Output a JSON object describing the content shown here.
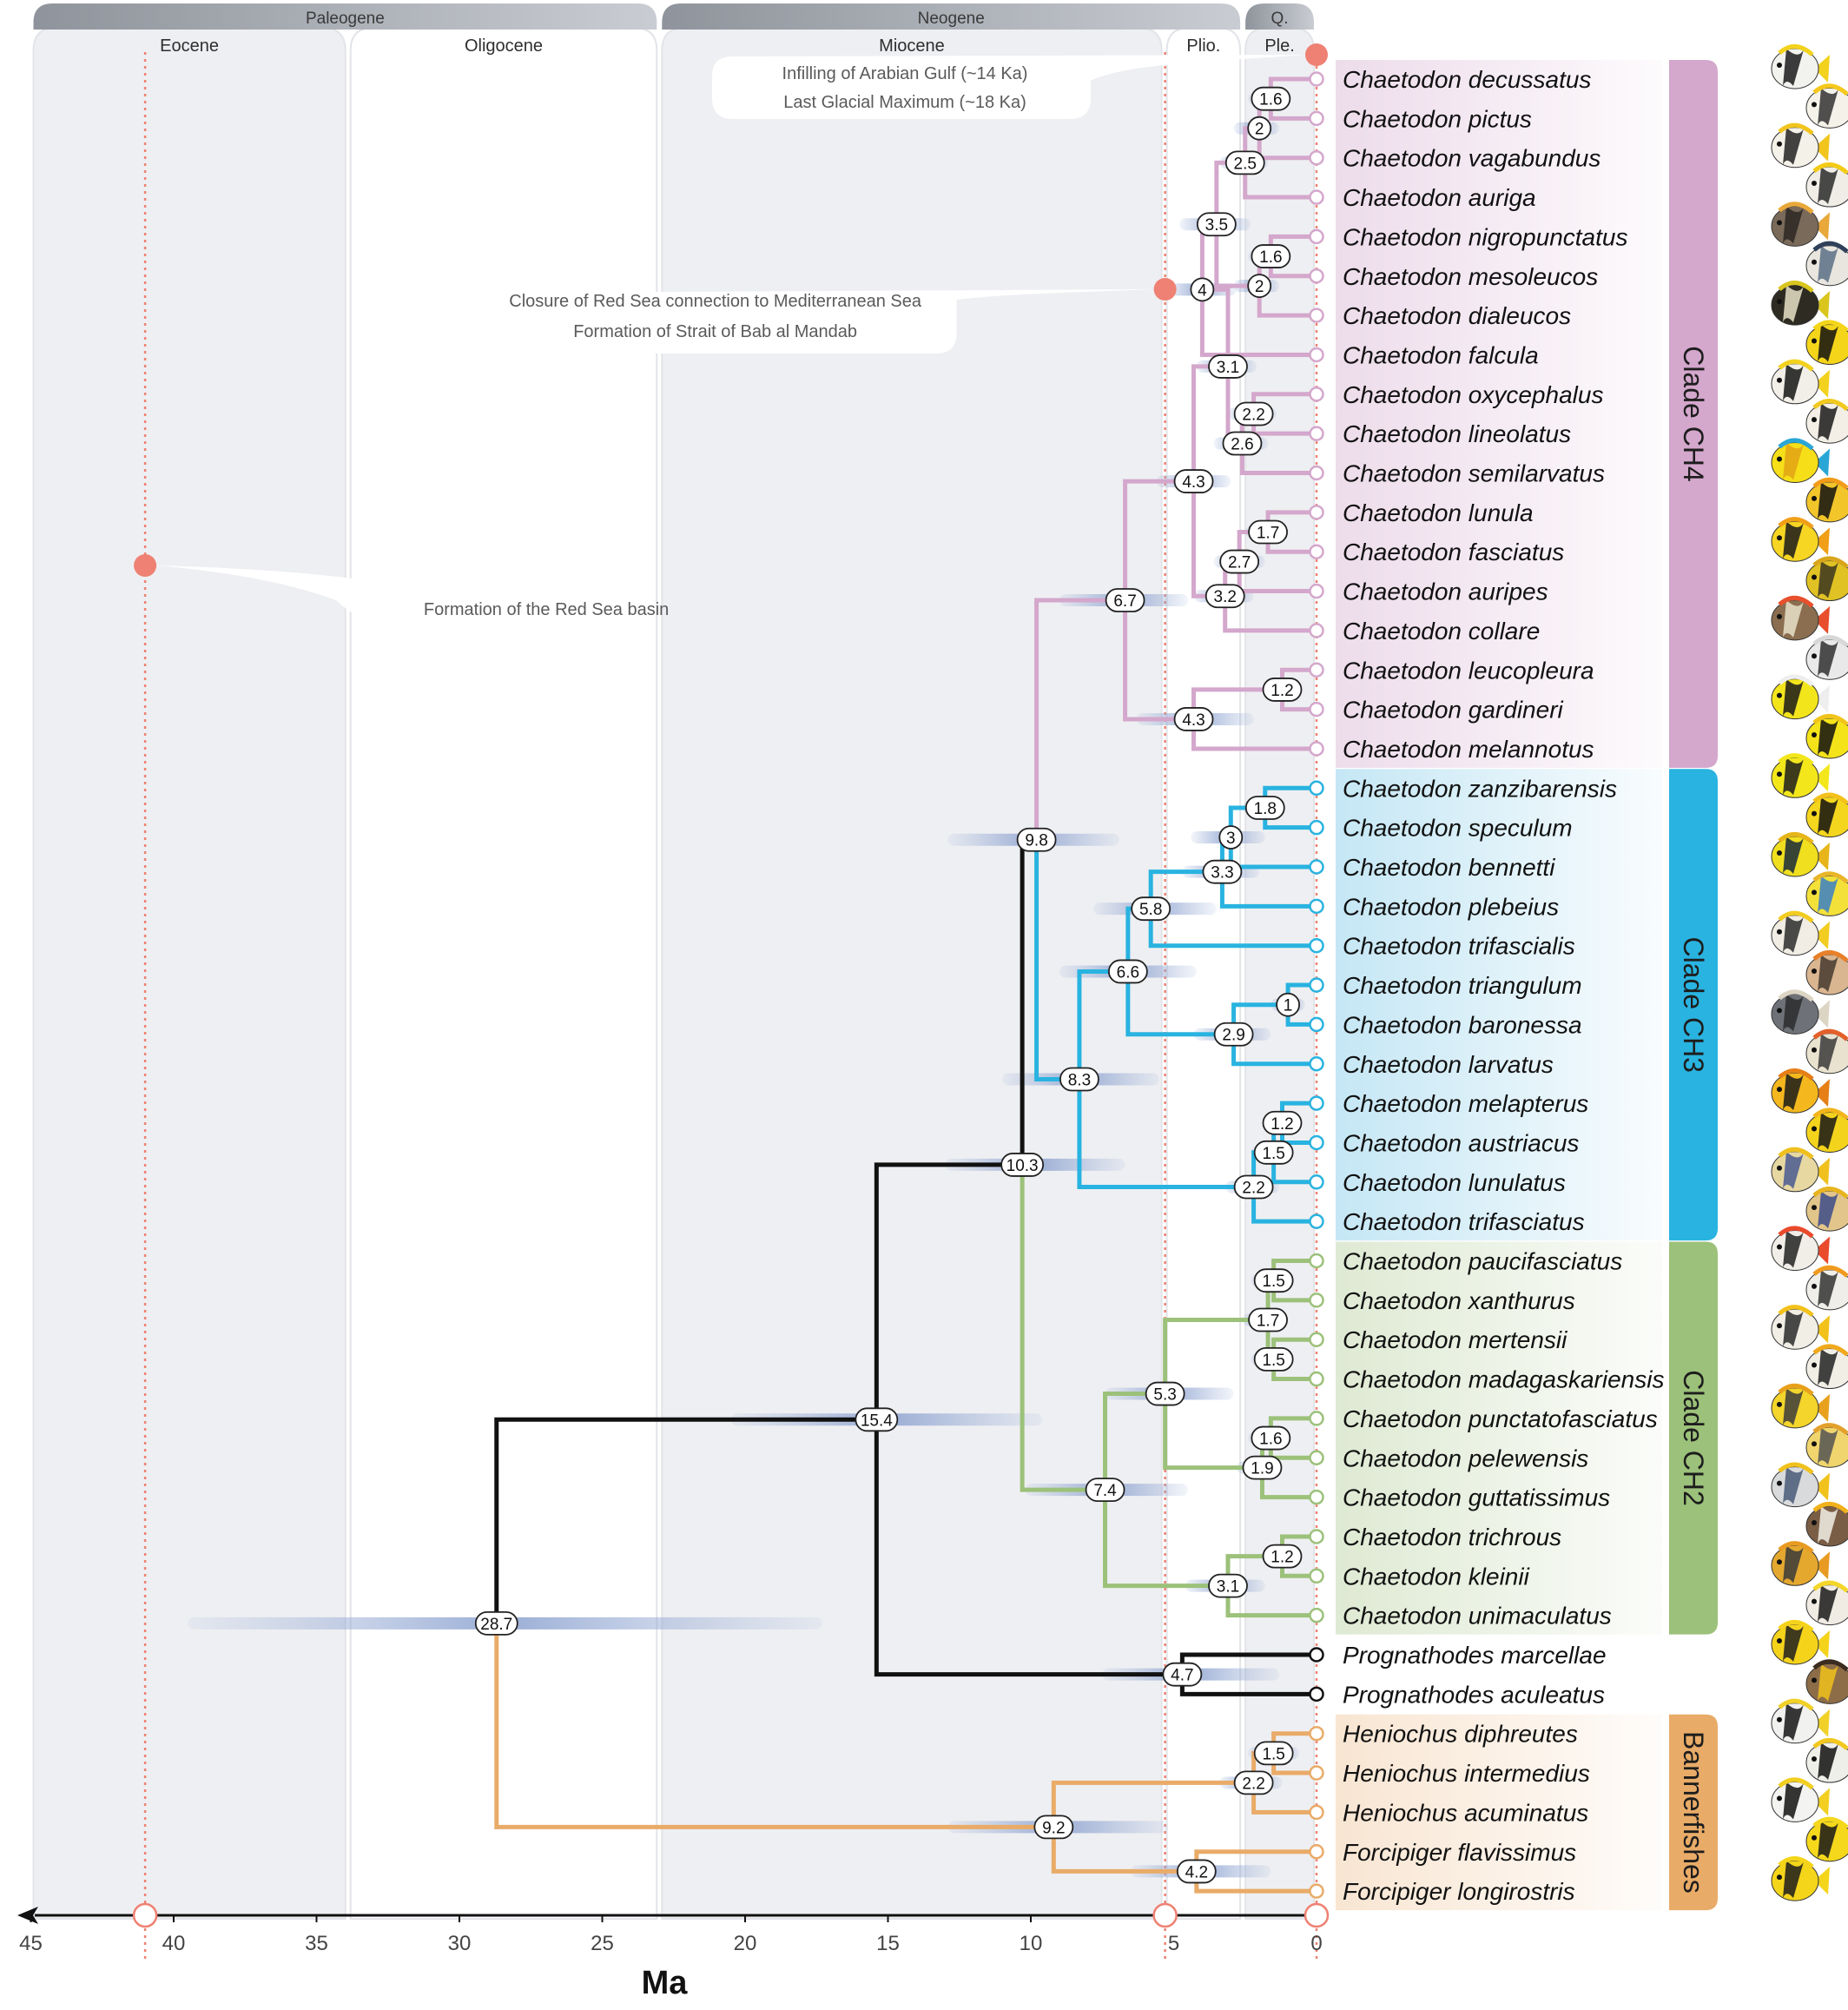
{
  "eras": [
    {
      "name": "Paleogene",
      "from": 45,
      "to": 23
    },
    {
      "name": "Neogene",
      "from": 23,
      "to": 2.58
    },
    {
      "name": "Q.",
      "from": 2.58,
      "to": 0
    }
  ],
  "epochs": [
    {
      "name": "Eocene",
      "from": 45,
      "to": 33.9,
      "shade": true
    },
    {
      "name": "Oligocene",
      "from": 33.9,
      "to": 23,
      "shade": false
    },
    {
      "name": "Miocene",
      "from": 23,
      "to": 5.33,
      "shade": true
    },
    {
      "name": "Plio.",
      "from": 5.33,
      "to": 2.58,
      "shade": false
    },
    {
      "name": "Ple.",
      "from": 2.58,
      "to": 0,
      "shade": true
    }
  ],
  "axis": {
    "title": "Ma",
    "ticks": [
      45,
      40,
      35,
      30,
      25,
      20,
      15,
      10,
      5,
      0
    ],
    "range": [
      45,
      0
    ]
  },
  "events": [
    {
      "id": "arabian-gulf",
      "time": 0,
      "lines": [
        "Infilling of Arabian Gulf (~14 Ka)",
        "Last Glacial Maximum (~18 Ka)"
      ]
    },
    {
      "id": "bab-al-mandab",
      "time": 5.3,
      "lines": [
        "Closure of Red Sea connection to Mediterranean Sea",
        "Formation of Strait of Bab al Mandab"
      ]
    },
    {
      "id": "red-sea-basin",
      "time": 41,
      "lines": [
        "Formation of the Red Sea basin"
      ]
    }
  ],
  "colors": {
    "CH4": "#d4a7cc",
    "CH3": "#29b3e0",
    "CH2": "#9cc17a",
    "Bannerfishes": "#e9ab68",
    "backbone": "#111111",
    "event": "#ee8173",
    "hpd": "#9aaed6"
  },
  "tips": [
    {
      "name": "Chaetodon decussatus",
      "clade": "CH4"
    },
    {
      "name": "Chaetodon pictus",
      "clade": "CH4"
    },
    {
      "name": "Chaetodon vagabundus",
      "clade": "CH4"
    },
    {
      "name": "Chaetodon auriga",
      "clade": "CH4"
    },
    {
      "name": "Chaetodon nigropunctatus",
      "clade": "CH4"
    },
    {
      "name": "Chaetodon mesoleucos",
      "clade": "CH4"
    },
    {
      "name": "Chaetodon dialeucos",
      "clade": "CH4"
    },
    {
      "name": "Chaetodon falcula",
      "clade": "CH4"
    },
    {
      "name": "Chaetodon oxycephalus",
      "clade": "CH4"
    },
    {
      "name": "Chaetodon lineolatus",
      "clade": "CH4"
    },
    {
      "name": "Chaetodon semilarvatus",
      "clade": "CH4"
    },
    {
      "name": "Chaetodon lunula",
      "clade": "CH4"
    },
    {
      "name": "Chaetodon fasciatus",
      "clade": "CH4"
    },
    {
      "name": "Chaetodon auripes",
      "clade": "CH4"
    },
    {
      "name": "Chaetodon collare",
      "clade": "CH4"
    },
    {
      "name": "Chaetodon leucopleura",
      "clade": "CH4"
    },
    {
      "name": "Chaetodon gardineri",
      "clade": "CH4"
    },
    {
      "name": "Chaetodon melannotus",
      "clade": "CH4"
    },
    {
      "name": "Chaetodon zanzibarensis",
      "clade": "CH3"
    },
    {
      "name": "Chaetodon speculum",
      "clade": "CH3"
    },
    {
      "name": "Chaetodon bennetti",
      "clade": "CH3"
    },
    {
      "name": "Chaetodon plebeius",
      "clade": "CH3"
    },
    {
      "name": "Chaetodon trifascialis",
      "clade": "CH3"
    },
    {
      "name": "Chaetodon triangulum",
      "clade": "CH3"
    },
    {
      "name": "Chaetodon baronessa",
      "clade": "CH3"
    },
    {
      "name": "Chaetodon larvatus",
      "clade": "CH3"
    },
    {
      "name": "Chaetodon melapterus",
      "clade": "CH3"
    },
    {
      "name": "Chaetodon austriacus",
      "clade": "CH3"
    },
    {
      "name": "Chaetodon lunulatus",
      "clade": "CH3"
    },
    {
      "name": "Chaetodon trifasciatus",
      "clade": "CH3"
    },
    {
      "name": "Chaetodon paucifasciatus",
      "clade": "CH2"
    },
    {
      "name": "Chaetodon xanthurus",
      "clade": "CH2"
    },
    {
      "name": "Chaetodon mertensii",
      "clade": "CH2"
    },
    {
      "name": "Chaetodon madagaskariensis",
      "clade": "CH2"
    },
    {
      "name": "Chaetodon punctatofasciatus",
      "clade": "CH2"
    },
    {
      "name": "Chaetodon pelewensis",
      "clade": "CH2"
    },
    {
      "name": "Chaetodon guttatissimus",
      "clade": "CH2"
    },
    {
      "name": "Chaetodon trichrous",
      "clade": "CH2"
    },
    {
      "name": "Chaetodon kleinii",
      "clade": "CH2"
    },
    {
      "name": "Chaetodon unimaculatus",
      "clade": "CH2"
    },
    {
      "name": "Prognathodes marcellae",
      "clade": "backbone"
    },
    {
      "name": "Prognathodes aculeatus",
      "clade": "backbone"
    },
    {
      "name": "Heniochus diphreutes",
      "clade": "Bannerfishes"
    },
    {
      "name": "Heniochus intermedius",
      "clade": "Bannerfishes"
    },
    {
      "name": "Heniochus acuminatus",
      "clade": "Bannerfishes"
    },
    {
      "name": "Forcipiger flavissimus",
      "clade": "Bannerfishes"
    },
    {
      "name": "Forcipiger longirostris",
      "clade": "Bannerfishes"
    }
  ],
  "clades": [
    {
      "key": "CH4",
      "label": "Clade CH4",
      "first": 0,
      "last": 17
    },
    {
      "key": "CH3",
      "label": "Clade CH3",
      "first": 18,
      "last": 29
    },
    {
      "key": "CH2",
      "label": "Clade CH2",
      "first": 30,
      "last": 39
    },
    {
      "key": "Bannerfishes",
      "label": "Bannerfishes",
      "first": 42,
      "last": 46
    }
  ],
  "nodes": [
    {
      "id": "n0",
      "age": 1.6,
      "children": [
        0,
        1
      ],
      "color": "CH4",
      "hpd": [
        2.4,
        0.9
      ]
    },
    {
      "id": "n1",
      "age": 2,
      "children": [
        "n0",
        2
      ],
      "color": "CH4",
      "hpd": [
        2.9,
        1.3
      ]
    },
    {
      "id": "n2",
      "age": 2.5,
      "children": [
        "n1",
        3
      ],
      "color": "CH4",
      "hpd": [
        3.4,
        1.7
      ]
    },
    {
      "id": "n3",
      "age": 1.6,
      "children": [
        4,
        5
      ],
      "color": "CH4",
      "hpd": [
        2.4,
        0.9
      ]
    },
    {
      "id": "n4",
      "age": 2,
      "children": [
        "n3",
        6
      ],
      "color": "CH4",
      "hpd": [
        2.9,
        1.3
      ]
    },
    {
      "id": "n5",
      "age": 3.5,
      "children": [
        "n2",
        "n4"
      ],
      "color": "CH4",
      "hpd": [
        4.8,
        2.3
      ]
    },
    {
      "id": "n6",
      "age": 4,
      "children": [
        7,
        "n5"
      ],
      "color": "CH4",
      "hpd": [
        5.3,
        2.8
      ]
    },
    {
      "id": "n7",
      "age": 2.2,
      "children": [
        8,
        9
      ],
      "color": "CH4",
      "hpd": [
        3.1,
        1.4
      ]
    },
    {
      "id": "n8",
      "age": 2.6,
      "children": [
        "n7",
        10
      ],
      "color": "CH4",
      "hpd": [
        3.6,
        1.7
      ]
    },
    {
      "id": "n9",
      "age": 3.1,
      "children": [
        "n6",
        "n8"
      ],
      "color": "CH4",
      "hpd": [
        4.2,
        2.1
      ]
    },
    {
      "id": "n10",
      "age": 1.7,
      "children": [
        11,
        12
      ],
      "color": "CH4",
      "hpd": [
        2.5,
        1
      ]
    },
    {
      "id": "n11",
      "age": 2.7,
      "children": [
        "n10",
        13
      ],
      "color": "CH4",
      "hpd": [
        3.6,
        1.8
      ]
    },
    {
      "id": "n12",
      "age": 3.2,
      "children": [
        "n11",
        14
      ],
      "color": "CH4",
      "hpd": [
        4.3,
        2.2
      ]
    },
    {
      "id": "n13",
      "age": 4.3,
      "children": [
        "n9",
        "n12"
      ],
      "color": "CH4",
      "hpd": [
        5.6,
        3
      ]
    },
    {
      "id": "n14",
      "age": 1.2,
      "children": [
        15,
        16
      ],
      "color": "CH4",
      "hpd": [
        1.9,
        0.6
      ]
    },
    {
      "id": "n15",
      "age": 4.3,
      "children": [
        "n14",
        17
      ],
      "color": "CH4",
      "hpd": [
        6.3,
        2.2
      ]
    },
    {
      "id": "n16",
      "age": 6.7,
      "children": [
        "n13",
        "n15"
      ],
      "color": "CH4",
      "hpd": [
        9,
        4.5
      ]
    },
    {
      "id": "n17",
      "age": 1.8,
      "children": [
        18,
        19
      ],
      "color": "CH3",
      "hpd": [
        2.6,
        1.1
      ]
    },
    {
      "id": "n18",
      "age": 3,
      "children": [
        "n17",
        20
      ],
      "color": "CH3",
      "hpd": [
        4.4,
        1.8
      ]
    },
    {
      "id": "n19",
      "age": 3.3,
      "children": [
        "n18",
        21
      ],
      "color": "CH3",
      "hpd": [
        4.7,
        2
      ]
    },
    {
      "id": "n20",
      "age": 5.8,
      "children": [
        "n19",
        22
      ],
      "color": "CH3",
      "hpd": [
        7.8,
        3.5
      ]
    },
    {
      "id": "n21",
      "age": 1,
      "children": [
        23,
        24
      ],
      "color": "CH3",
      "hpd": [
        1.6,
        0.4
      ]
    },
    {
      "id": "n22",
      "age": 2.9,
      "children": [
        "n21",
        25
      ],
      "color": "CH3",
      "hpd": [
        4.3,
        1.6
      ]
    },
    {
      "id": "n23",
      "age": 6.6,
      "children": [
        "n20",
        "n22"
      ],
      "color": "CH3",
      "hpd": [
        9,
        4.2
      ]
    },
    {
      "id": "n24",
      "age": 1.2,
      "children": [
        26,
        27
      ],
      "color": "CH3",
      "hpd": [
        1.9,
        0.6
      ]
    },
    {
      "id": "n25",
      "age": 1.5,
      "children": [
        "n24",
        28
      ],
      "color": "CH3",
      "hpd": [
        2.3,
        0.8
      ]
    },
    {
      "id": "n26",
      "age": 2.2,
      "children": [
        "n25",
        29
      ],
      "color": "CH3",
      "hpd": [
        3.2,
        1.3
      ]
    },
    {
      "id": "n27",
      "age": 8.3,
      "children": [
        "n23",
        "n26"
      ],
      "color": "CH3",
      "hpd": [
        11,
        5.5
      ]
    },
    {
      "id": "n28",
      "age": 9.8,
      "children": [
        "n16",
        "n27"
      ],
      "color": "backbone",
      "hpd": [
        12.9,
        6.9
      ]
    },
    {
      "id": "n29",
      "age": 1.5,
      "children": [
        30,
        31
      ],
      "color": "CH2",
      "hpd": [
        2.3,
        0.8
      ]
    },
    {
      "id": "n30",
      "age": 1.5,
      "children": [
        32,
        33
      ],
      "color": "CH2",
      "hpd": [
        2.3,
        0.8
      ]
    },
    {
      "id": "n31",
      "age": 1.7,
      "children": [
        "n29",
        "n30"
      ],
      "color": "CH2",
      "hpd": [
        2.6,
        1
      ]
    },
    {
      "id": "n32",
      "age": 1.6,
      "children": [
        34,
        35
      ],
      "color": "CH2",
      "hpd": [
        2.4,
        0.9
      ]
    },
    {
      "id": "n33",
      "age": 1.9,
      "children": [
        "n32",
        36
      ],
      "color": "CH2",
      "hpd": [
        2.8,
        1.2
      ]
    },
    {
      "id": "n34",
      "age": 5.3,
      "children": [
        "n31",
        "n33"
      ],
      "color": "CH2",
      "hpd": [
        7.4,
        2.9
      ]
    },
    {
      "id": "n35",
      "age": 1.2,
      "children": [
        37,
        38
      ],
      "color": "CH2",
      "hpd": [
        1.9,
        0.6
      ]
    },
    {
      "id": "n36",
      "age": 3.1,
      "children": [
        "n35",
        39
      ],
      "color": "CH2",
      "hpd": [
        4.6,
        1.8
      ]
    },
    {
      "id": "n37",
      "age": 7.4,
      "children": [
        "n34",
        "n36"
      ],
      "color": "CH2",
      "hpd": [
        10.2,
        4.5
      ]
    },
    {
      "id": "n38",
      "age": 10.3,
      "children": [
        "n28",
        "n37"
      ],
      "color": "backbone",
      "hpd": [
        13,
        6.7
      ]
    },
    {
      "id": "n39",
      "age": 4.7,
      "children": [
        40,
        41
      ],
      "color": "backbone",
      "hpd": [
        7.5,
        1.3
      ]
    },
    {
      "id": "n40",
      "age": 15.4,
      "children": [
        "n38",
        "n39"
      ],
      "color": "backbone",
      "hpd": [
        20.5,
        9.6
      ]
    },
    {
      "id": "n41",
      "age": 1.5,
      "children": [
        42,
        43
      ],
      "color": "Bannerfishes",
      "hpd": [
        2.4,
        0.6
      ]
    },
    {
      "id": "n42",
      "age": 2.2,
      "children": [
        "n41",
        44
      ],
      "color": "Bannerfishes",
      "hpd": [
        3.4,
        1.2
      ]
    },
    {
      "id": "n43",
      "age": 4.2,
      "children": [
        45,
        46
      ],
      "color": "Bannerfishes",
      "hpd": [
        6.5,
        1.6
      ]
    },
    {
      "id": "n44",
      "age": 9.2,
      "children": [
        "n42",
        "n43"
      ],
      "color": "Bannerfishes",
      "hpd": [
        12.9,
        5.2
      ]
    },
    {
      "id": "n45",
      "age": 28.7,
      "children": [
        "n40",
        "n44"
      ],
      "color": "backbone",
      "hpd": [
        39.5,
        17.3
      ]
    }
  ],
  "fish": [
    {
      "name": "decussatus",
      "body": "#f2f2ef",
      "accent": "#1b1b1b",
      "fin": "#f2d21c"
    },
    {
      "name": "pictus",
      "body": "#f5f2ea",
      "accent": "#333333",
      "fin": "#f5c81b"
    },
    {
      "name": "vagabundus",
      "body": "#f4f1e8",
      "accent": "#222222",
      "fin": "#f2c51e"
    },
    {
      "name": "auriga",
      "body": "#f0ede6",
      "accent": "#2a2a2a",
      "fin": "#f3cb17"
    },
    {
      "name": "nigropunctatus",
      "body": "#7a6a5a",
      "accent": "#2d2723",
      "fin": "#e8a83a"
    },
    {
      "name": "mesoleucos",
      "body": "#e9e6df",
      "accent": "#5a6e86",
      "fin": "#30405a"
    },
    {
      "name": "dialeucos",
      "body": "#2d2b22",
      "accent": "#e8e2c5",
      "fin": "#d9c51d"
    },
    {
      "name": "falcula",
      "body": "#f4d51a",
      "accent": "#111111",
      "fin": "#f4d51a"
    },
    {
      "name": "oxycephalus",
      "body": "#f2efe8",
      "accent": "#151515",
      "fin": "#f3d21f"
    },
    {
      "name": "lineolatus",
      "body": "#f3efe6",
      "accent": "#1a1a1a",
      "fin": "#f2c91f"
    },
    {
      "name": "semilarvatus",
      "body": "#f6df18",
      "accent": "#e2a316",
      "fin": "#2aa6d6"
    },
    {
      "name": "lunula",
      "body": "#f2c52a",
      "accent": "#111111",
      "fin": "#f29c1a"
    },
    {
      "name": "fasciatus",
      "body": "#f6d623",
      "accent": "#1a1a1a",
      "fin": "#f09f17"
    },
    {
      "name": "auripes",
      "body": "#e0c224",
      "accent": "#3b3520",
      "fin": "#d9a51c"
    },
    {
      "name": "collare",
      "body": "#8a6e4f",
      "accent": "#e8e0c9",
      "fin": "#e84f2c"
    },
    {
      "name": "leucopleura",
      "body": "#e9e9e9",
      "accent": "#303030",
      "fin": "#d7d7d7"
    },
    {
      "name": "gardineri",
      "body": "#f3e51c",
      "accent": "#1a1a1a",
      "fin": "#eeeeee"
    },
    {
      "name": "melannotus",
      "body": "#f5e31a",
      "accent": "#111111",
      "fin": "#f0c41b"
    },
    {
      "name": "zanzibarensis",
      "body": "#f3e71c",
      "accent": "#1c1c1c",
      "fin": "#f3e71c"
    },
    {
      "name": "speculum",
      "body": "#f5d61e",
      "accent": "#111111",
      "fin": "#f3c11a"
    },
    {
      "name": "bennetti",
      "body": "#f0df1f",
      "accent": "#172a3a",
      "fin": "#e7b519"
    },
    {
      "name": "plebeius",
      "body": "#f3e13a",
      "accent": "#3a7fc8",
      "fin": "#e9b52a"
    },
    {
      "name": "trifascialis",
      "body": "#f1ede4",
      "accent": "#2c2c2c",
      "fin": "#f2cc20"
    },
    {
      "name": "triangulum",
      "body": "#d9b590",
      "accent": "#453a30",
      "fin": "#e8802a"
    },
    {
      "name": "baronessa",
      "body": "#6e7278",
      "accent": "#2b2b2b",
      "fin": "#ddd5c4"
    },
    {
      "name": "larvatus",
      "body": "#e9e2cf",
      "accent": "#3a3a3a",
      "fin": "#e2602a"
    },
    {
      "name": "melapterus",
      "body": "#f4b81e",
      "accent": "#1a1a1a",
      "fin": "#e57f16"
    },
    {
      "name": "austriacus",
      "body": "#f4d31d",
      "accent": "#161616",
      "fin": "#f2b51c"
    },
    {
      "name": "lunulatus",
      "body": "#e7d8a2",
      "accent": "#4a5a92",
      "fin": "#f0c01e"
    },
    {
      "name": "trifasciatus",
      "body": "#e2c58a",
      "accent": "#3c4a88",
      "fin": "#e8b41f"
    },
    {
      "name": "paucifasciatus",
      "body": "#f1eee8",
      "accent": "#222222",
      "fin": "#ea4a2c"
    },
    {
      "name": "xanthurus",
      "body": "#efeee9",
      "accent": "#333333",
      "fin": "#f09a1e"
    },
    {
      "name": "mertensii",
      "body": "#f1eee6",
      "accent": "#2a2a2a",
      "fin": "#f2c21b"
    },
    {
      "name": "madagaskariensis",
      "body": "#f1eee6",
      "accent": "#222222",
      "fin": "#f0a91c"
    },
    {
      "name": "punctatofasciatus",
      "body": "#f3d52b",
      "accent": "#3b3b3b",
      "fin": "#e8a11c"
    },
    {
      "name": "pelewensis",
      "body": "#f0d56e",
      "accent": "#545454",
      "fin": "#e3a12c"
    },
    {
      "name": "guttatissimus",
      "body": "#d8dadc",
      "accent": "#4a5a78",
      "fin": "#f1c21c"
    },
    {
      "name": "trichrous",
      "body": "#7a5d45",
      "accent": "#f2eee6",
      "fin": "#f0b11a"
    },
    {
      "name": "kleinii",
      "body": "#e5a82f",
      "accent": "#3a3a3a",
      "fin": "#e89b22"
    },
    {
      "name": "unimaculatus",
      "body": "#f0ece3",
      "accent": "#1a1a1a",
      "fin": "#f4d62a"
    },
    {
      "name": "marcellae",
      "body": "#f5d31b",
      "accent": "#1e1e1e",
      "fin": "#f5d31b"
    },
    {
      "name": "aculeatus",
      "body": "#8d6d48",
      "accent": "#f0c11c",
      "fin": "#3b2c1f"
    },
    {
      "name": "diphreutes",
      "body": "#f1f1ef",
      "accent": "#151515",
      "fin": "#f1d128"
    },
    {
      "name": "intermedius",
      "body": "#efefe9",
      "accent": "#111111",
      "fin": "#f2c81e"
    },
    {
      "name": "acuminatus",
      "body": "#f3f3f1",
      "accent": "#121212",
      "fin": "#f2cf20"
    },
    {
      "name": "flavissimus",
      "body": "#f5d81c",
      "accent": "#171717",
      "fin": "#f5d81c"
    },
    {
      "name": "longirostris",
      "body": "#f5d51a",
      "accent": "#1c1c1c",
      "fin": "#f5d51a"
    }
  ]
}
